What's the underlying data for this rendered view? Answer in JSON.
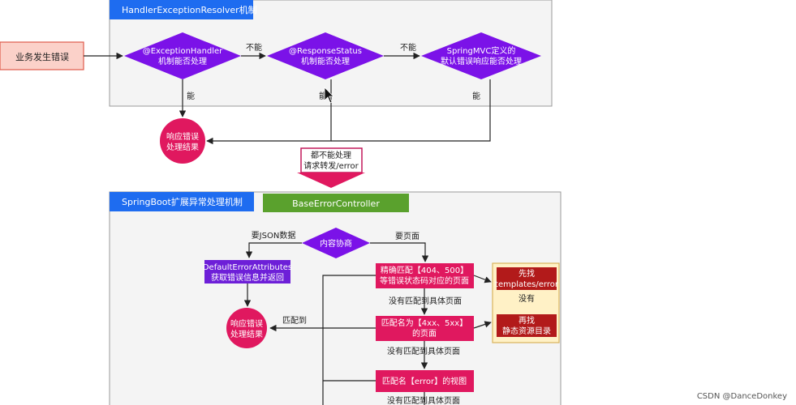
{
  "containers": {
    "resolver_title": "HandlerExceptionResolver机制",
    "springboot_title": "SpringBoot扩展异常处理机制",
    "base_controller": "BaseErrorController"
  },
  "nodes": {
    "start": "业务发生错误",
    "d1_line1": "@ExceptionHandler",
    "d1_line2": "机制能否处理",
    "d2_line1": "@ResponseStatus",
    "d2_line2": "机制能否处理",
    "d3_line1": "SpringMVC定义的",
    "d3_line2": "默认错误响应能否处理",
    "result1_line1": "响应错误",
    "result1_line2": "处理结果",
    "forward_line1": "都不能处理",
    "forward_line2": "请求转发/error",
    "negotiate": "内容协商",
    "default_attr_line1": "DefaultErrorAttributes",
    "default_attr_line2": "获取错误信息并返回",
    "result2_line1": "响应错误",
    "result2_line2": "处理结果",
    "exact_line1": "精确匹配【404、500】",
    "exact_line2": "等错误状态码对应的页面",
    "fuzzy_line1": "匹配名为【4xx、5xx】",
    "fuzzy_line2": "的页面",
    "error_view": "匹配名【error】的视图",
    "templates_line1": "先找",
    "templates_line2": "templates/error",
    "static_line1": "再找",
    "static_line2": "静态资源目录",
    "none_found": "没有"
  },
  "labels": {
    "no1": "不能",
    "no2": "不能",
    "yes1": "能",
    "yes2": "能",
    "yes3": "能",
    "want_json": "要JSON数据",
    "want_page": "要页面",
    "not_matched1": "没有匹配到具体页面",
    "not_matched2": "没有匹配到具体页面",
    "not_matched3": "没有匹配到具体页面",
    "matched": "匹配到"
  },
  "watermark": "CSDN @DanceDonkey",
  "colors": {
    "purple": "#7b12e8",
    "crimson": "#e0185f",
    "blue": "#1e6cf0",
    "green": "#5aa12d",
    "start_fill": "#fbd1c9",
    "start_stroke": "#e05a4b",
    "container_fill": "#f4f4f4",
    "yellow_fill": "#fff1c6",
    "yellow_stroke": "#d9b35c",
    "dark_red": "#b21a1a",
    "violet": "#6d1fd8",
    "arrow": "#222222"
  }
}
